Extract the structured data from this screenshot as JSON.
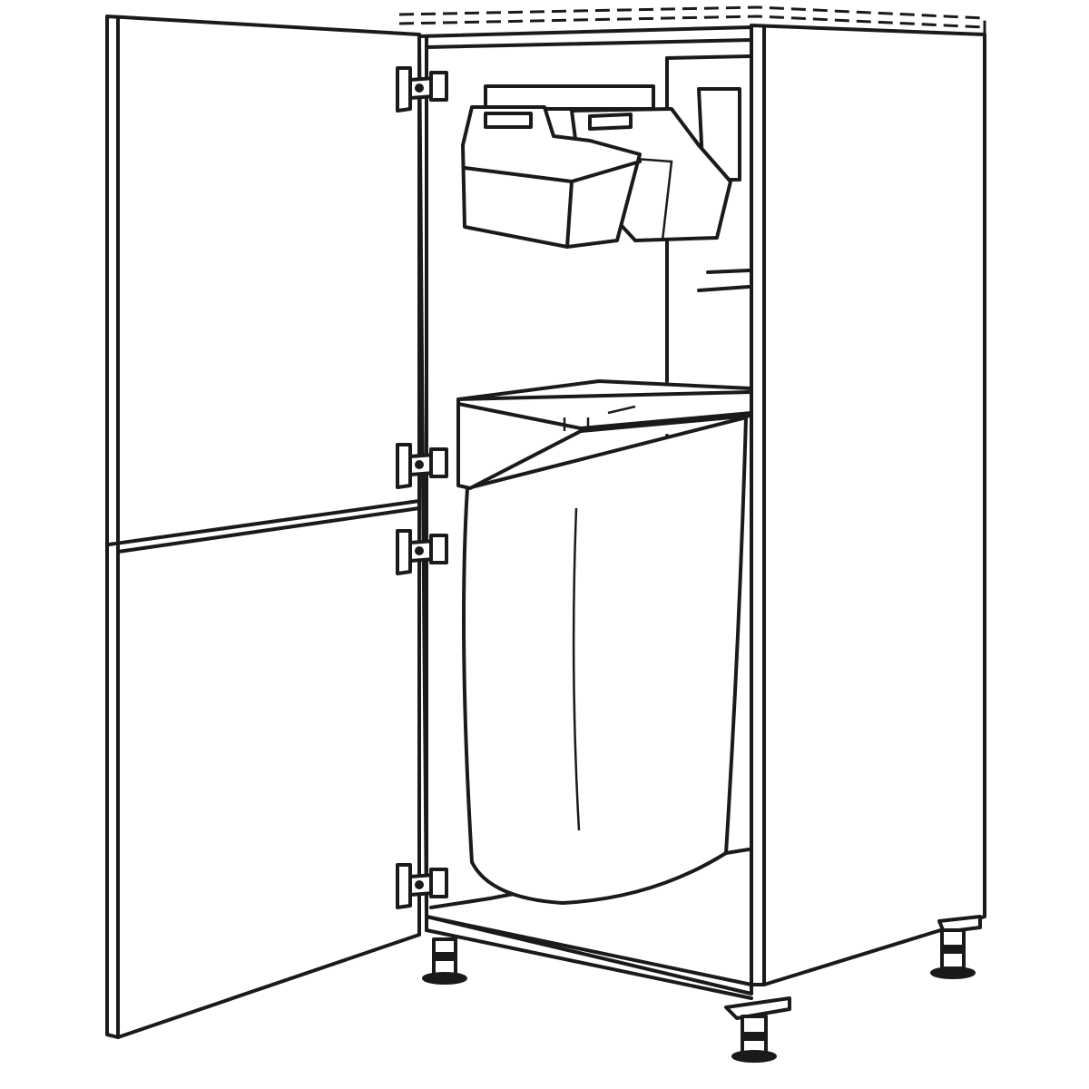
{
  "illustration": {
    "subject": "",
    "colors": {
      "line": "#1a1a1a",
      "background": "#ffffff"
    },
    "parts": [
      "door",
      "cabinet-body",
      "hinges",
      "hanging-baskets",
      "waste-bin",
      "legs"
    ]
  }
}
